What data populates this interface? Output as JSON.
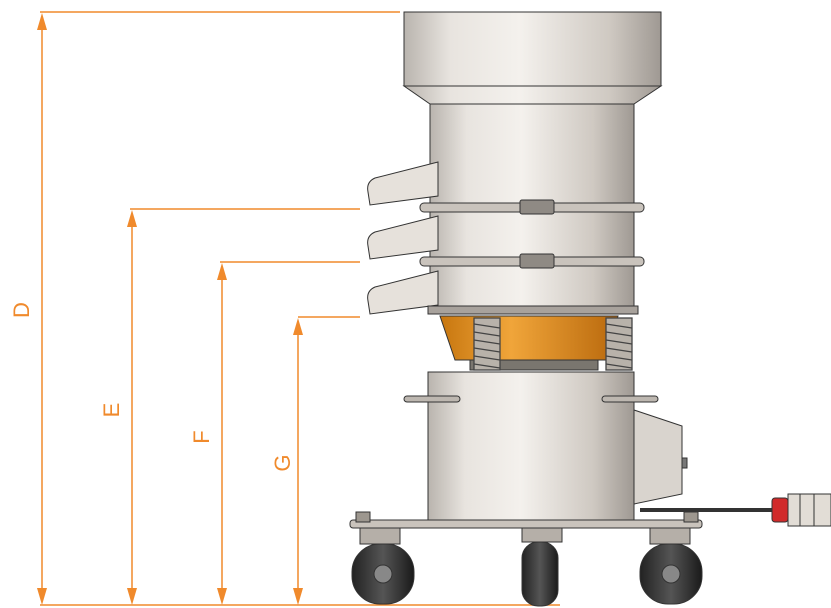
{
  "diagram": {
    "dimension_color": "#f08a2c",
    "body_color": "#d7d2cc",
    "accent_color": "#e7961f",
    "dimensions": [
      {
        "id": "D",
        "label": "D"
      },
      {
        "id": "E",
        "label": "E"
      },
      {
        "id": "F",
        "label": "F"
      },
      {
        "id": "G",
        "label": "G"
      }
    ]
  }
}
